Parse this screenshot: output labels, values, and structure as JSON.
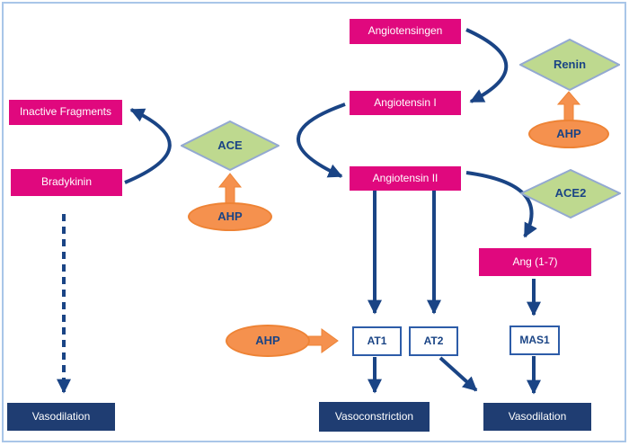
{
  "nodes": {
    "angiotensinogen": "Angiotensingen",
    "angiotensin1": "Angiotensin I",
    "angiotensin2": "Angiotensin II",
    "inactive_fragments": "Inactive Fragments",
    "bradykinin": "Bradykinin",
    "ang17": "Ang (1-7)",
    "renin": "Renin",
    "ace": "ACE",
    "ace2": "ACE2",
    "ahp": "AHP",
    "at1": "AT1",
    "at2": "AT2",
    "mas1": "MAS1",
    "vasodilation_left": "Vasodilation",
    "vasoconstriction": "Vasoconstriction",
    "vasodilation_right": "Vasodilation"
  },
  "edges": [
    {
      "from": "Angiotensingen",
      "to": "Angiotensin I",
      "via": "Renin",
      "style": "curved-solid"
    },
    {
      "from": "Angiotensin I",
      "to": "Angiotensin II",
      "via": "ACE",
      "style": "curved-solid"
    },
    {
      "from": "Bradykinin",
      "to": "Inactive Fragments",
      "via": "ACE",
      "style": "curved-solid"
    },
    {
      "from": "Angiotensin II",
      "to": "Ang (1-7)",
      "via": "ACE2",
      "style": "curved-solid"
    },
    {
      "from": "Angiotensin II",
      "to": "AT1",
      "style": "straight-solid"
    },
    {
      "from": "Angiotensin II",
      "to": "AT2",
      "style": "straight-solid"
    },
    {
      "from": "AT1",
      "to": "Vasoconstriction",
      "style": "straight-solid"
    },
    {
      "from": "AT2",
      "to": "Vasodilation (right)",
      "style": "diagonal-solid"
    },
    {
      "from": "Ang (1-7)",
      "to": "MAS1",
      "style": "straight-solid"
    },
    {
      "from": "MAS1",
      "to": "Vasodilation (right)",
      "style": "straight-solid"
    },
    {
      "from": "Bradykinin",
      "to": "Vasodilation (left)",
      "style": "dashed"
    },
    {
      "from": "AHP",
      "to": "Renin",
      "style": "orange-block-arrow"
    },
    {
      "from": "AHP",
      "to": "ACE",
      "style": "orange-block-arrow"
    },
    {
      "from": "AHP",
      "to": "AT1",
      "style": "orange-block-arrow"
    }
  ],
  "colors": {
    "pink_box": "#e0087e",
    "navy_box": "#1f3d72",
    "arrow_blue": "#1a4485",
    "diamond_fill": "#bed98f",
    "diamond_border": "#93a9d1",
    "orange_fill": "#f5914e",
    "orange_border": "#ee8335",
    "receptor_border": "#2d5ca8",
    "label_navy": "#1a4485",
    "frame_border": "#a9c6e8",
    "background": "#ffffff"
  }
}
